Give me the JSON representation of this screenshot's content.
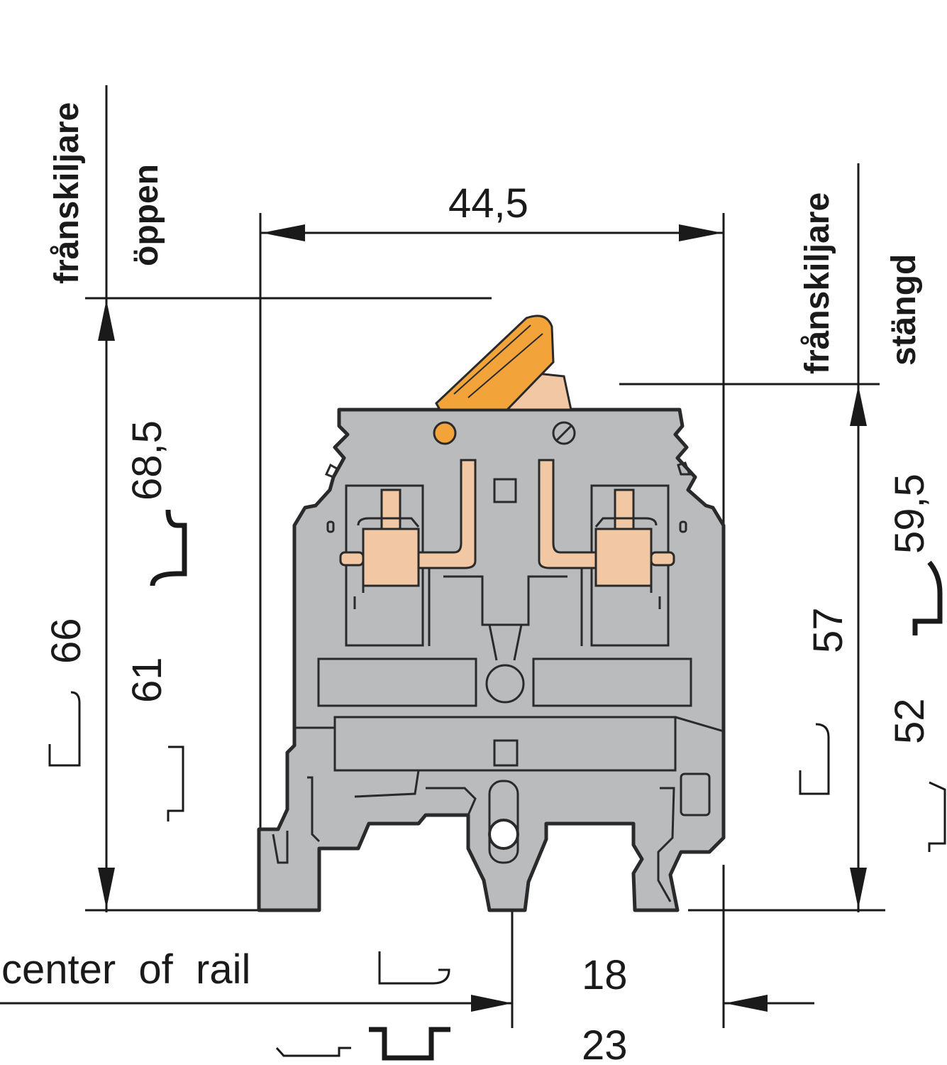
{
  "labels": {
    "left_isolator": "frånskiljare",
    "left_state": "öppen",
    "right_isolator": "frånskiljare",
    "right_state": "stängd",
    "center_of_rail": "center  of  rail"
  },
  "dimensions": {
    "width_top": "44,5",
    "height_left_open": "68,5",
    "height_left_66": "66",
    "height_left_61": "61",
    "height_right_closed": "59,5",
    "height_right_57": "57",
    "height_right_52": "52",
    "offset_18": "18",
    "offset_23": "23"
  },
  "colors": {
    "housing": "#b9bbbd",
    "copper": "#f2c7a3",
    "lever": "#f2a43a",
    "lines": "#1a1a1a"
  }
}
